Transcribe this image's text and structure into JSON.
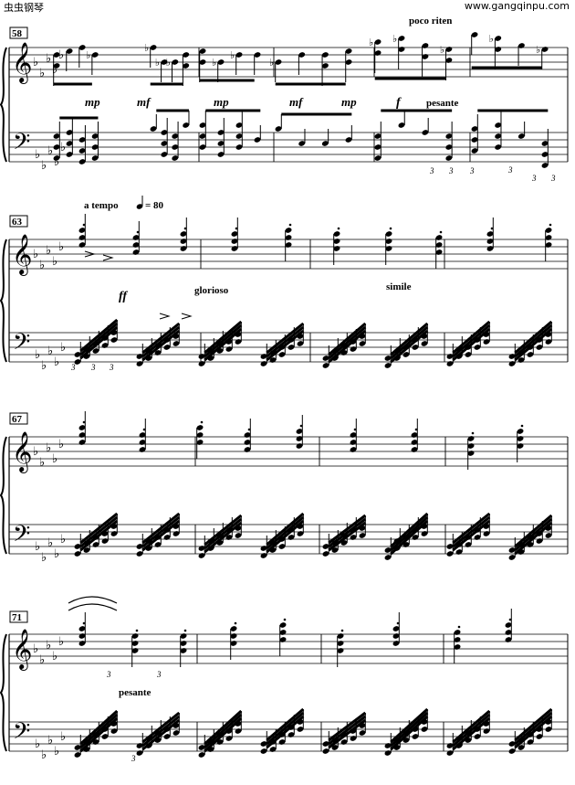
{
  "header": {
    "site_name": "虫虫钢琴",
    "site_url": "www.gangqinpu.com"
  },
  "systems": [
    {
      "measure_number": "58",
      "dynamics": [
        "mp",
        "mf",
        "mp",
        "mf",
        "mp",
        "f"
      ],
      "expressions": [
        "poco riten",
        "pesante"
      ]
    },
    {
      "measure_number": "63",
      "dynamics": [
        "ff"
      ],
      "expressions": [
        "a tempo",
        "glorioso",
        "simile"
      ],
      "tempo_value": "= 80"
    },
    {
      "measure_number": "67",
      "dynamics": [],
      "expressions": []
    },
    {
      "measure_number": "71",
      "dynamics": [],
      "expressions": [
        "pesante"
      ]
    }
  ],
  "tuplet_marks": [
    "3",
    "3",
    "3",
    "3",
    "3",
    "3",
    "3",
    "3",
    "3",
    "3",
    "3",
    "3"
  ]
}
